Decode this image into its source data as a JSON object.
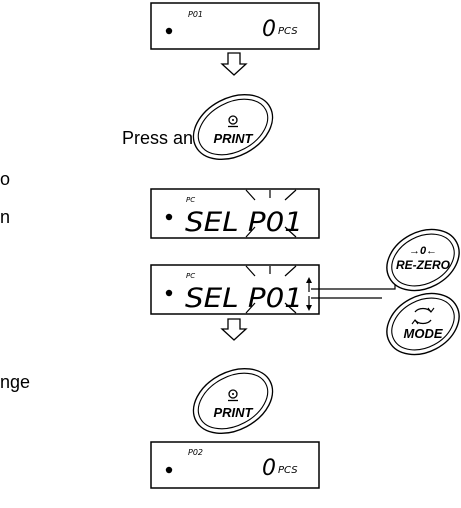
{
  "instruction": {
    "press_and_hold": "Press and hold",
    "fragment_o": "o",
    "fragment_n": "n",
    "fragment_nge": "nge"
  },
  "display_top": {
    "label": "P01",
    "value": "0",
    "unit": "PCS"
  },
  "display_select_1": {
    "indicator": "PC",
    "text": "SEL P01"
  },
  "display_select_2": {
    "indicator": "PC",
    "text": "SEL P01"
  },
  "display_bottom": {
    "label": "P02",
    "value": "0",
    "unit": "PCS"
  },
  "buttons": {
    "print_top": "PRINT",
    "rezero": "RE-ZERO",
    "rezero_symbol": "→0←",
    "mode": "MODE",
    "print_bottom": "PRINT"
  }
}
